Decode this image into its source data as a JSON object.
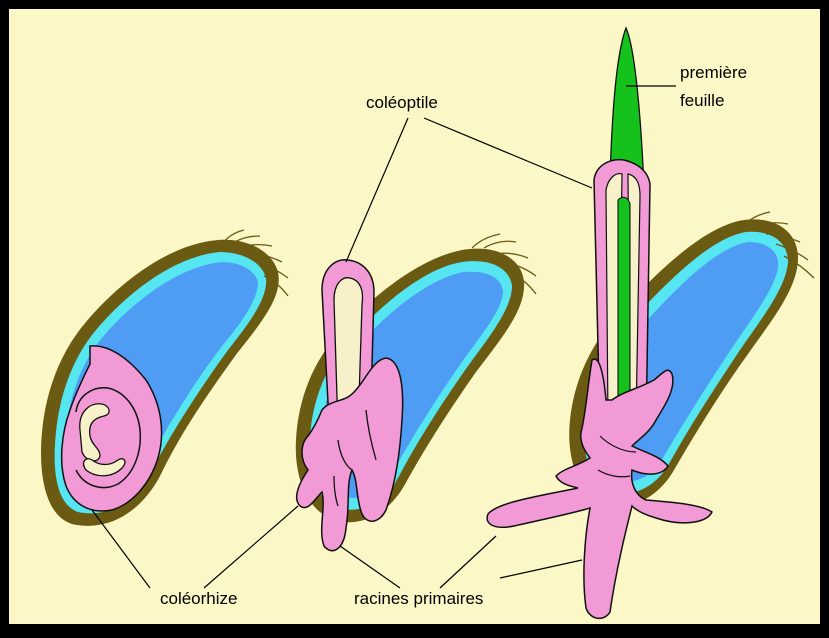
{
  "labels": {
    "coleoptile": "coléoptile",
    "premiere_feuille_line1": "première",
    "premiere_feuille_line2": "feuille",
    "coleorhize": "coléorhize",
    "racines_primaires": "racines primaires"
  },
  "colors": {
    "background": "#fbf7c7",
    "frame": "#000000",
    "seed_outline": "#6b5a12",
    "aleurone": "#55e6f2",
    "endosperm": "#4f9cf5",
    "embryo_tissue": "#f29ad6",
    "inner_tissue": "#f7f1c9",
    "first_leaf": "#15c21b"
  }
}
